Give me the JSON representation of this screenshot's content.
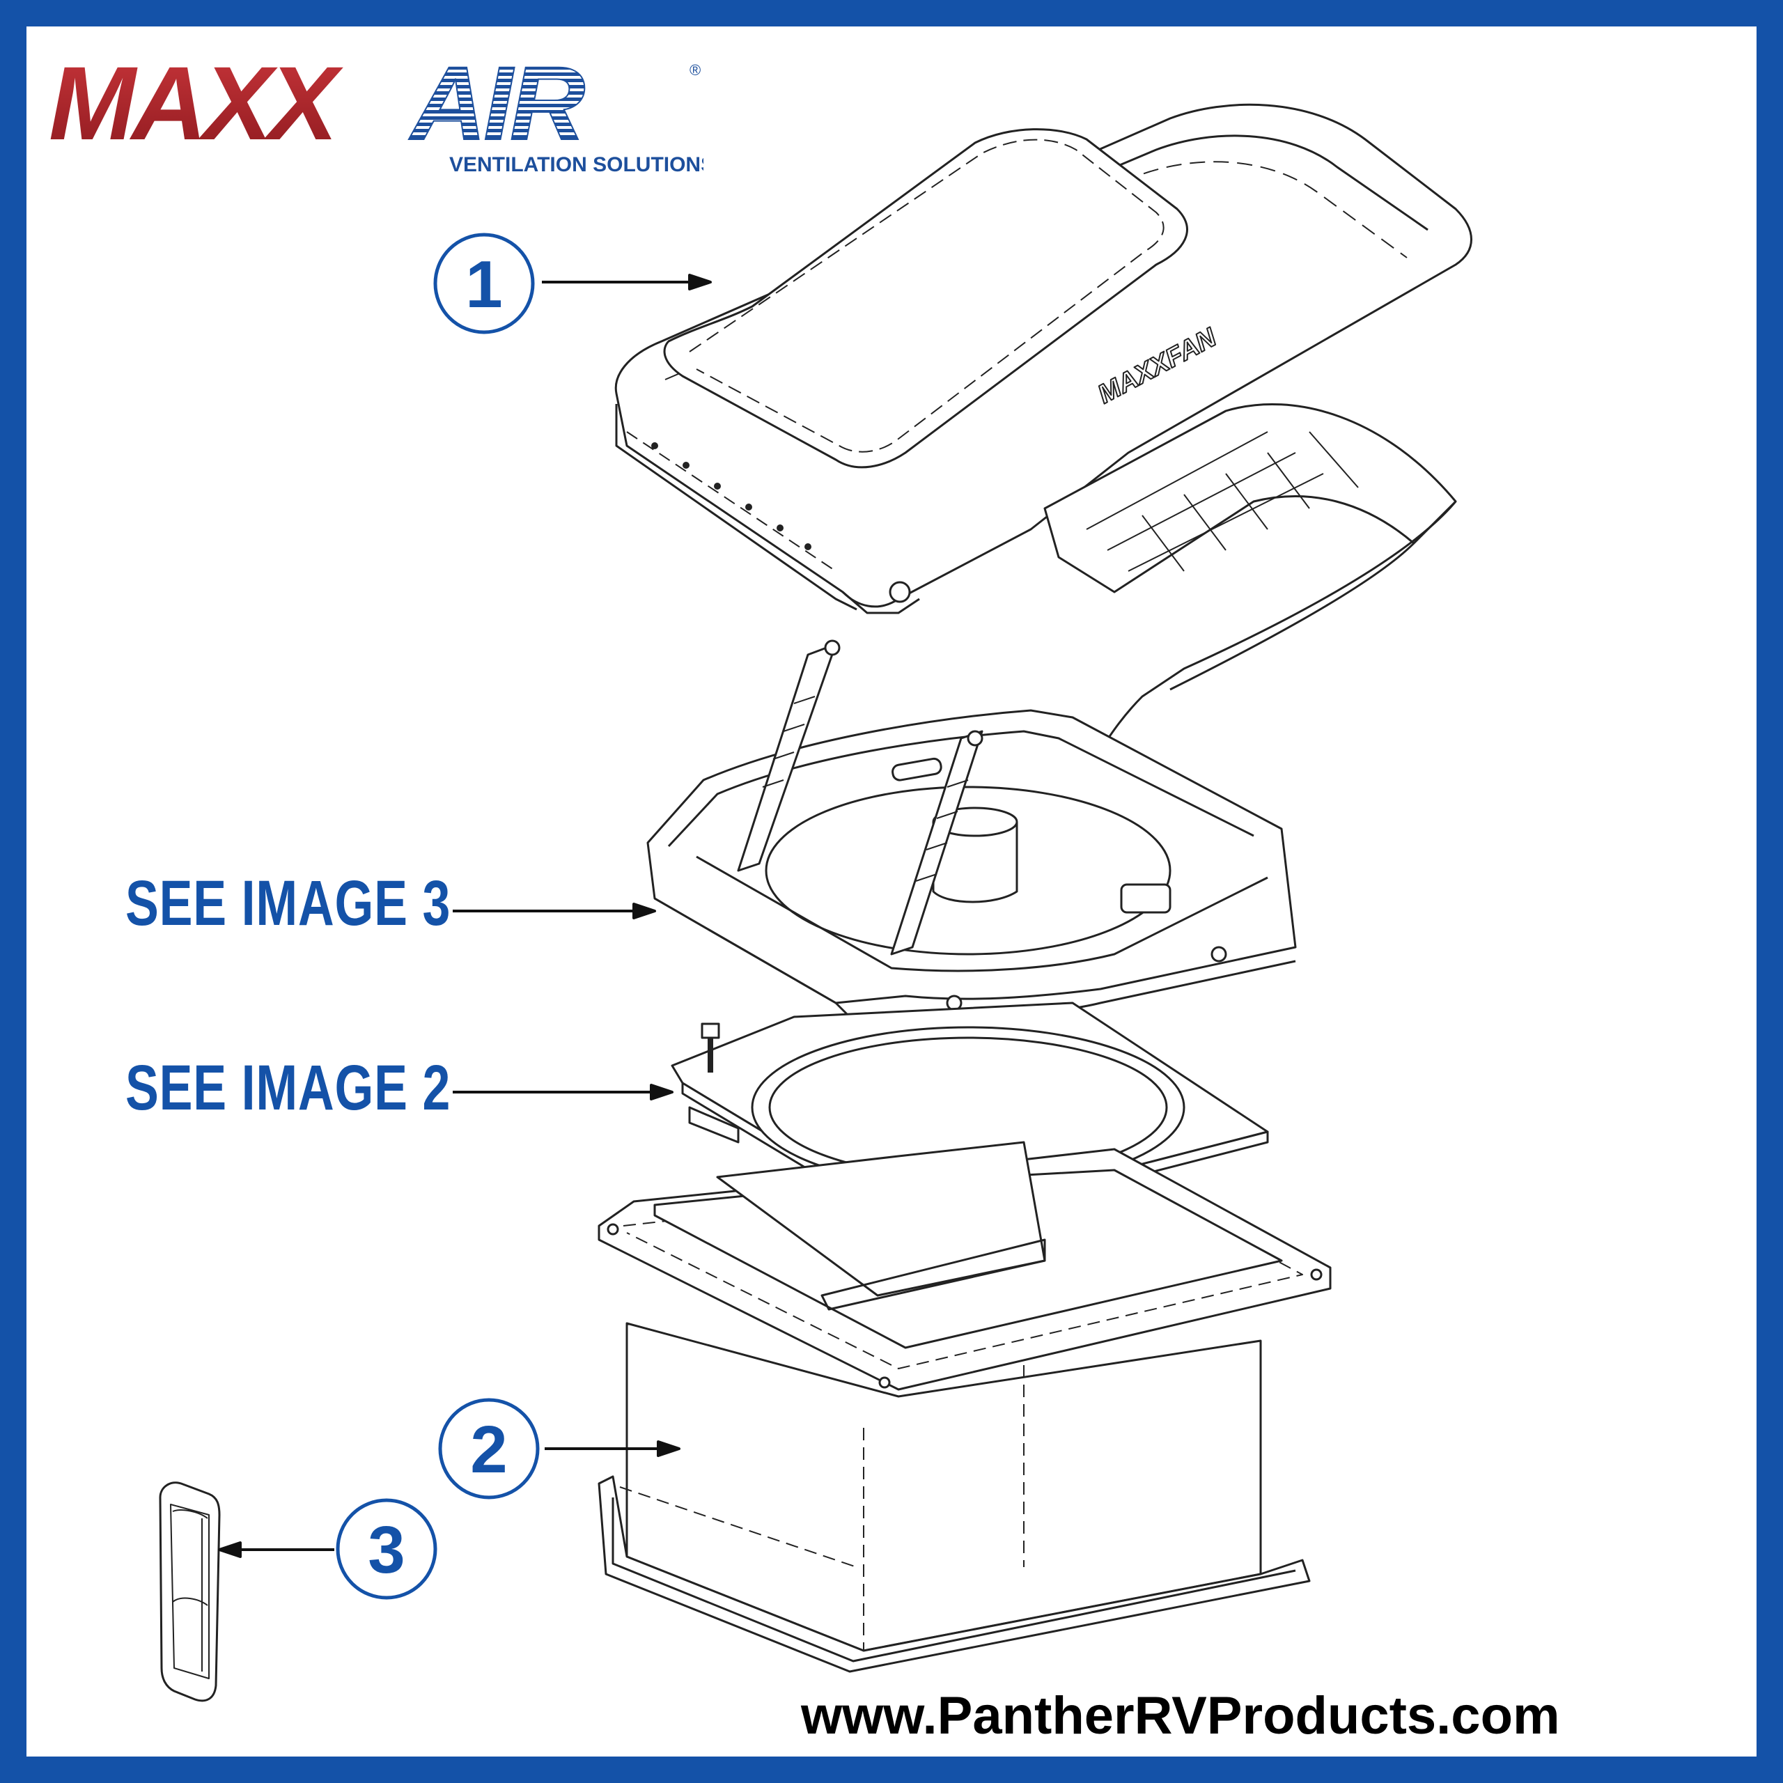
{
  "brand": {
    "logo_text": "MAXXAIR",
    "trademark": "®",
    "tagline": "VENTILATION SOLUTIONS",
    "colors": {
      "red": "#b3262a",
      "blue": "#1452a8"
    }
  },
  "product_mark": "MAXXFAN",
  "callouts": [
    {
      "number": "1"
    },
    {
      "number": "2"
    },
    {
      "number": "3"
    }
  ],
  "references": {
    "see_image_3": "SEE IMAGE 3",
    "see_image_2": "SEE IMAGE 2"
  },
  "website": "www.PantherRVProducts.com",
  "frame_color": "#1452a8"
}
